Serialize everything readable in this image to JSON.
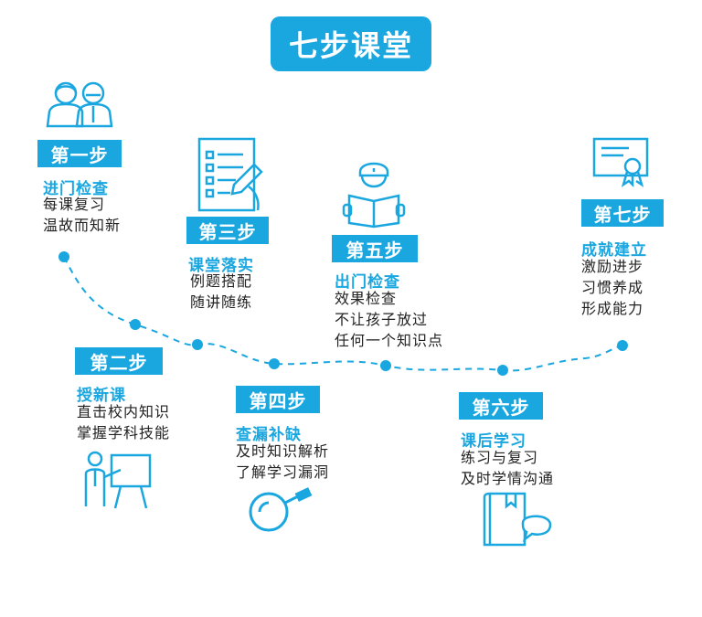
{
  "title": "七步课堂",
  "accent": "#1aa7e0",
  "steps": [
    {
      "tag": "第一步",
      "head": "进门检查",
      "lines": [
        "每课复习",
        "温故而知新"
      ],
      "icon": "people-icon"
    },
    {
      "tag": "第二步",
      "head": "授新课",
      "lines": [
        "直击校内知识",
        "掌握学科技能"
      ],
      "icon": "teacher-board-icon"
    },
    {
      "tag": "第三步",
      "head": "课堂落实",
      "lines": [
        "例题搭配",
        "随讲随练"
      ],
      "icon": "checklist-pen-icon"
    },
    {
      "tag": "第四步",
      "head": "查漏补缺",
      "lines": [
        "及时知识解析",
        "了解学习漏洞"
      ],
      "icon": "magnifier-icon"
    },
    {
      "tag": "第五步",
      "head": "出门检查",
      "lines": [
        "效果检查",
        "不让孩子放过",
        "任何一个知识点"
      ],
      "icon": "reader-icon"
    },
    {
      "tag": "第六步",
      "head": "课后学习",
      "lines": [
        "练习与复习",
        "及时学情沟通"
      ],
      "icon": "book-chat-icon"
    },
    {
      "tag": "第七步",
      "head": "成就建立",
      "lines": [
        "激励进步",
        "习惯养成",
        "形成能力"
      ],
      "icon": "certificate-icon"
    }
  ]
}
